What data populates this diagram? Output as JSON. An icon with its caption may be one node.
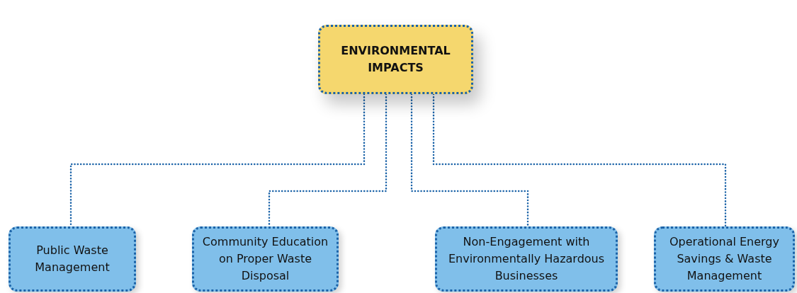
{
  "diagram": {
    "nodes": [
      {
        "text": [
          "ENVIRONMENTAL IMPACTS"
        ]
      },
      {
        "text": [
          "Public Waste Management"
        ]
      },
      {
        "text": [
          "Community Education on Proper Waste Disposal"
        ]
      },
      {
        "text": [
          "Non-Engagement with Environmentally Hazardous Businesses"
        ]
      },
      {
        "text": [
          "Operational Energy Savings & Waste Management"
        ]
      }
    ],
    "edges": [
      {
        "from": 0,
        "to": 1,
        "arrow": "none"
      },
      {
        "from": 0,
        "to": 2,
        "arrow": "none"
      },
      {
        "from": 0,
        "to": 3,
        "arrow": "none"
      },
      {
        "from": 0,
        "to": 4,
        "arrow": "none"
      }
    ]
  }
}
